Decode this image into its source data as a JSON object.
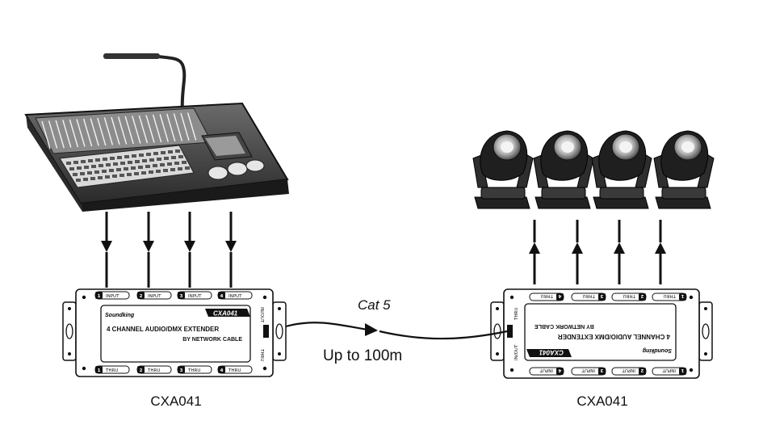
{
  "cable": {
    "type_label": "Cat 5",
    "distance_label": "Up to 100m"
  },
  "left_unit": {
    "caption": "CXA041",
    "brand": "Soundking",
    "model": "CXA041",
    "title": "4 CHANNEL AUDIO/DMX EXTENDER",
    "subtitle": "BY NETWORK CABLE",
    "top_ports": [
      {
        "num": "1",
        "label": "INPUT"
      },
      {
        "num": "2",
        "label": "INPUT"
      },
      {
        "num": "3",
        "label": "INPUT"
      },
      {
        "num": "4",
        "label": "INPUT"
      }
    ],
    "bottom_ports": [
      {
        "num": "1",
        "label": "THRU"
      },
      {
        "num": "2",
        "label": "THRU"
      },
      {
        "num": "3",
        "label": "THRU"
      },
      {
        "num": "4",
        "label": "THRU"
      }
    ],
    "side_top": "IN/OUT",
    "side_bottom": "THRU"
  },
  "right_unit": {
    "caption": "CXA041",
    "brand": "Soundking",
    "model": "CXA041",
    "title": "4 CHANNEL AUDIO/DMX EXTENDER",
    "subtitle": "BY NETWORK CABLE",
    "top_ports": [
      {
        "num": "4",
        "label": "THRU"
      },
      {
        "num": "3",
        "label": "THRU"
      },
      {
        "num": "2",
        "label": "THRU"
      },
      {
        "num": "1",
        "label": "THRU"
      }
    ],
    "bottom_ports": [
      {
        "num": "4",
        "label": "INPUT"
      },
      {
        "num": "3",
        "label": "INPUT"
      },
      {
        "num": "2",
        "label": "INPUT"
      },
      {
        "num": "1",
        "label": "INPUT"
      }
    ],
    "side_top": "THRU",
    "side_bottom": "IN/OUT"
  }
}
